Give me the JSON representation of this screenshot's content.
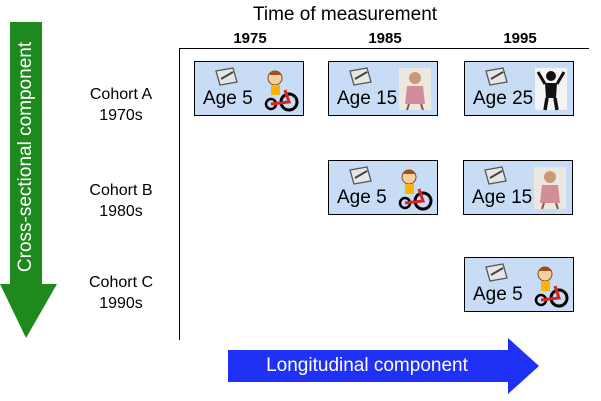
{
  "title": "Time of measurement",
  "years": [
    "1975",
    "1985",
    "1995"
  ],
  "vertical_arrow_label": "Cross-sectional component",
  "horizontal_arrow_label": "Longitudinal component",
  "colors": {
    "vertical_arrow": "#1e8a1e",
    "horizontal_arrow": "#1f31f5",
    "cell_fill": "#c9dcf5"
  },
  "cohorts": [
    {
      "name": "Cohort A",
      "decade": "1970s"
    },
    {
      "name": "Cohort B",
      "decade": "1980s"
    },
    {
      "name": "Cohort C",
      "decade": "1990s"
    }
  ],
  "cells": [
    {
      "cohort": 0,
      "year": 0,
      "age": "Age 5",
      "figure": "child-tricycle-icon"
    },
    {
      "cohort": 0,
      "year": 1,
      "age": "Age 15",
      "figure": "teen-photo-icon"
    },
    {
      "cohort": 0,
      "year": 2,
      "age": "Age 25",
      "figure": "adult-silhouette-icon"
    },
    {
      "cohort": 1,
      "year": 1,
      "age": "Age 5",
      "figure": "child-tricycle-icon"
    },
    {
      "cohort": 1,
      "year": 2,
      "age": "Age 15",
      "figure": "teen-photo-icon"
    },
    {
      "cohort": 2,
      "year": 2,
      "age": "Age 5",
      "figure": "child-tricycle-icon"
    }
  ]
}
